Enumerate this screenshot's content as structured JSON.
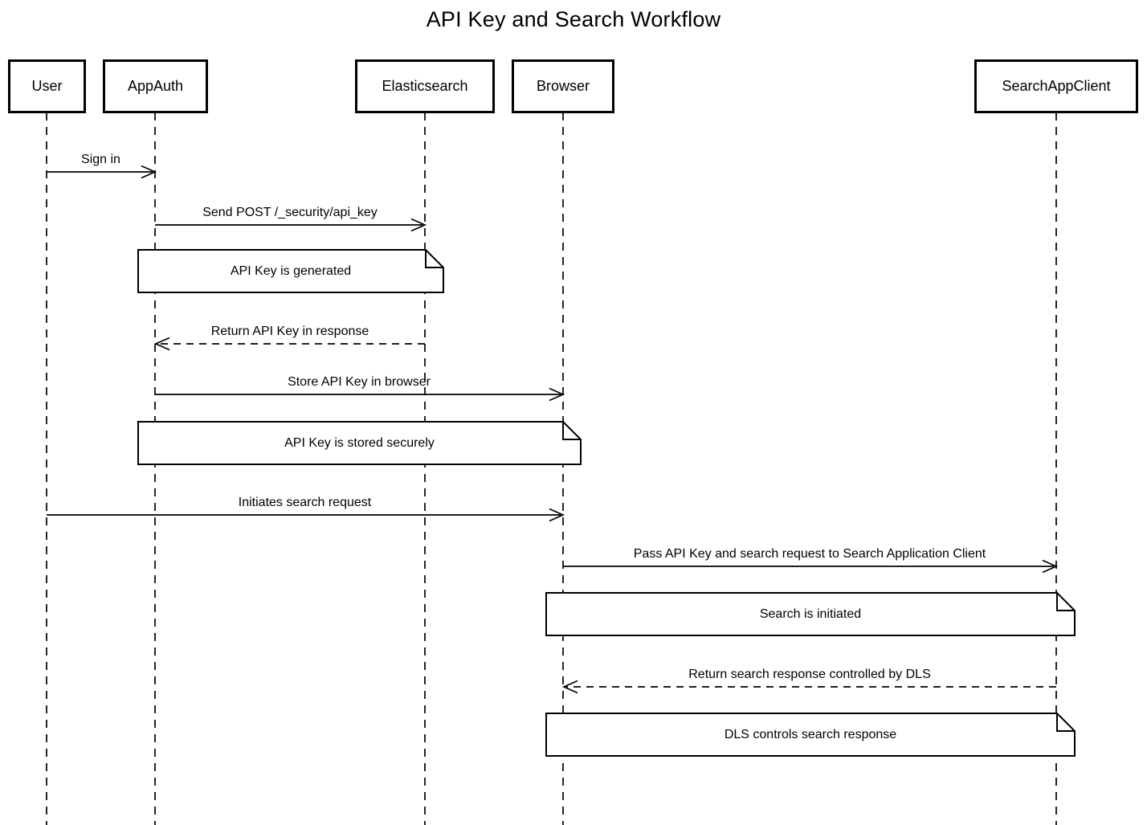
{
  "title": "API Key and Search Workflow",
  "participants": [
    {
      "name": "User"
    },
    {
      "name": "AppAuth"
    },
    {
      "name": "Elasticsearch"
    },
    {
      "name": "Browser"
    },
    {
      "name": "SearchAppClient"
    }
  ],
  "messages": [
    {
      "label": "Sign in",
      "from": "User",
      "to": "AppAuth",
      "line": "solid"
    },
    {
      "label": "Send POST /_security/api_key",
      "from": "AppAuth",
      "to": "Elasticsearch",
      "line": "solid"
    },
    {
      "label": "Return API Key in response",
      "from": "Elasticsearch",
      "to": "AppAuth",
      "line": "dashed"
    },
    {
      "label": "Store API Key in browser",
      "from": "AppAuth",
      "to": "Browser",
      "line": "solid"
    },
    {
      "label": "Initiates search request",
      "from": "User",
      "to": "Browser",
      "line": "solid"
    },
    {
      "label": "Pass API Key and search request to Search Application Client",
      "from": "Browser",
      "to": "SearchAppClient",
      "line": "solid"
    },
    {
      "label": "Return search response controlled by DLS",
      "from": "SearchAppClient",
      "to": "Browser",
      "line": "dashed"
    }
  ],
  "notes": [
    {
      "label": "API Key is generated",
      "over": "AppAuth, Elasticsearch"
    },
    {
      "label": "API Key is stored securely",
      "over": "AppAuth, Browser"
    },
    {
      "label": "Search is initiated",
      "over": "Browser, SearchAppClient"
    },
    {
      "label": "DLS controls search response",
      "over": "Browser, SearchAppClient"
    }
  ],
  "colors": {
    "line": "#000000",
    "background": "#ffffff",
    "note_fill": "#ffffff"
  }
}
